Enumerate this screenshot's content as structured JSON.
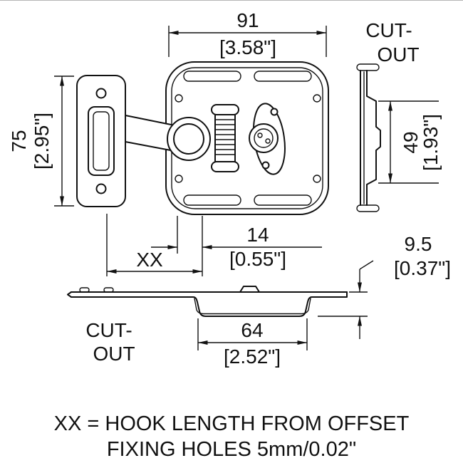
{
  "page": {
    "background": "#ffffff",
    "line_color": "#111111"
  },
  "labels": {
    "cutout_top_1": "CUT-",
    "cutout_top_2": "OUT",
    "cutout_bottom_1": "CUT-",
    "cutout_bottom_2": "OUT"
  },
  "dims": {
    "width_mm": "91",
    "width_in": "[3.58\"]",
    "height_mm": "75",
    "height_in": "[2.95\"]",
    "cutout_height_mm": "49",
    "cutout_height_in": "[1.93\"]",
    "hook_offset_mm": "14",
    "hook_offset_in": "[0.55\"]",
    "hook_length_label": "XX",
    "depth_mm": "9.5",
    "depth_in": "[0.37\"]",
    "cutout_width_mm": "64",
    "cutout_width_in": "[2.52\"]"
  },
  "notes": {
    "line1": "XX = HOOK LENGTH FROM OFFSET",
    "line2": "FIXING HOLES 5mm/0.02\""
  }
}
